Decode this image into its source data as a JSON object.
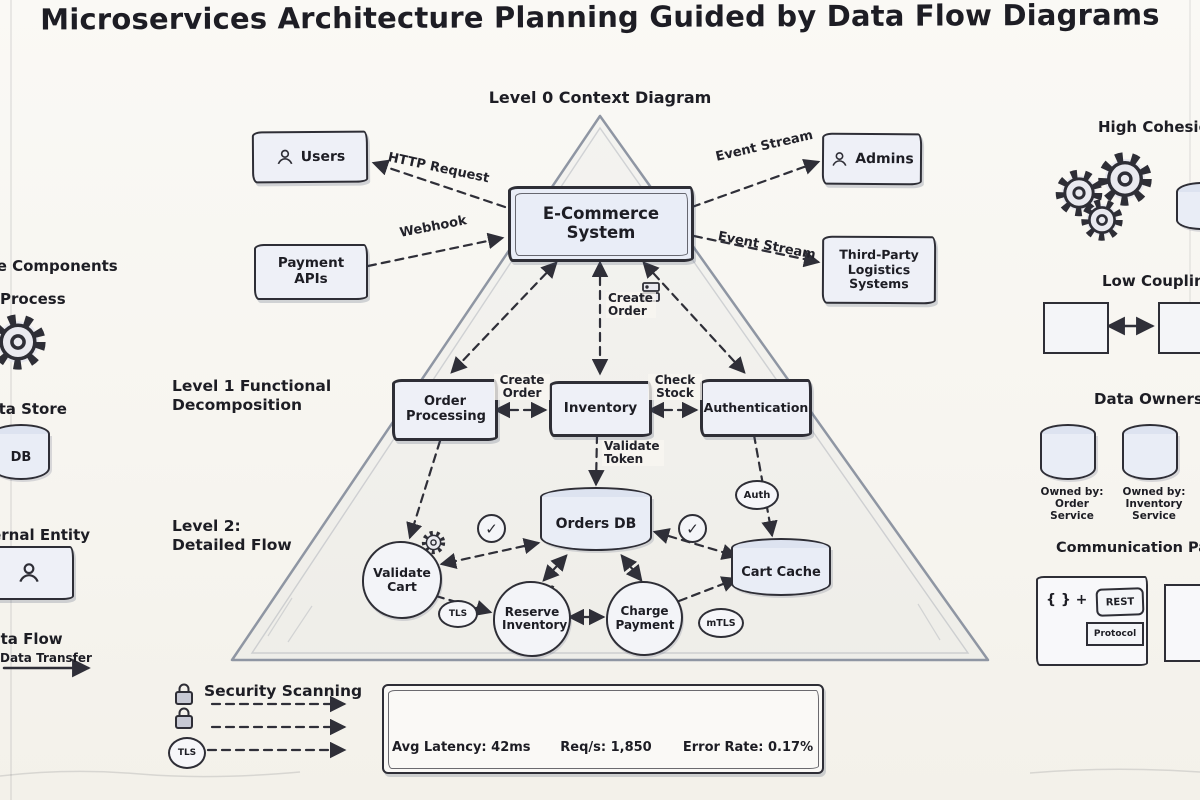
{
  "title": "Microservices Architecture Planning Guided by Data Flow Diagrams",
  "colors": {
    "ink": "#2e2e36",
    "box_fill": "#eef0f7",
    "paper": "#f8f6f1"
  },
  "level0": {
    "heading": "Level 0 Context Diagram",
    "system": "E-Commerce System",
    "users": "Users",
    "admins": "Admins",
    "payment_apis": "Payment APIs",
    "logistics": "Third-Party Logistics Systems"
  },
  "level1": {
    "heading": "Level 1 Functional Decomposition",
    "order_processing": "Order Processing",
    "inventory": "Inventory",
    "authentication": "Authentication"
  },
  "level2": {
    "heading": "Level 2: Detailed Flow",
    "orders_db": "Orders DB",
    "validate_cart": "Validate Cart",
    "reserve_inventory": "Reserve Inventory",
    "charge_payment": "Charge Payment",
    "cart_cache": "Cart Cache",
    "tls": "TLS",
    "mtls": "mTLS",
    "auth": "Auth"
  },
  "flows": {
    "http_request": "HTTP Request",
    "webhook": "Webhook",
    "event_stream_top": "Event Stream",
    "event_stream_bottom": "Event Stream",
    "create_order_context": "Create Order",
    "create_order_l1": "Create Order",
    "check_stock": "Check Stock",
    "validate_token": "Validate Token"
  },
  "legend_left": {
    "heading": "Core Components",
    "process": "Process",
    "data_store": "Data Store",
    "db": "DB",
    "external_entity": "External Entity",
    "data_flow": "Data Flow",
    "data_transfer": "Data Transfer"
  },
  "legend_right": {
    "high_cohesion": "High Cohesion",
    "low_coupling": "Low Coupling",
    "data_ownership": "Data Ownership",
    "owned_by_order": "Owned by: Order Service",
    "owned_by_inventory": "Owned by: Inventory Service",
    "communication": "Communication Patterns",
    "braces": "{ } +",
    "rest": "REST",
    "protocol": "Protocol"
  },
  "security": {
    "heading": "Security Scanning",
    "tls": "TLS"
  },
  "metrics": {
    "avg_latency": "Avg Latency: 42ms",
    "req_rate": "Req/s: 1,850",
    "error_rate": "Error Rate: 0.17%"
  },
  "icons": {
    "check": "✓",
    "warning": "!"
  }
}
